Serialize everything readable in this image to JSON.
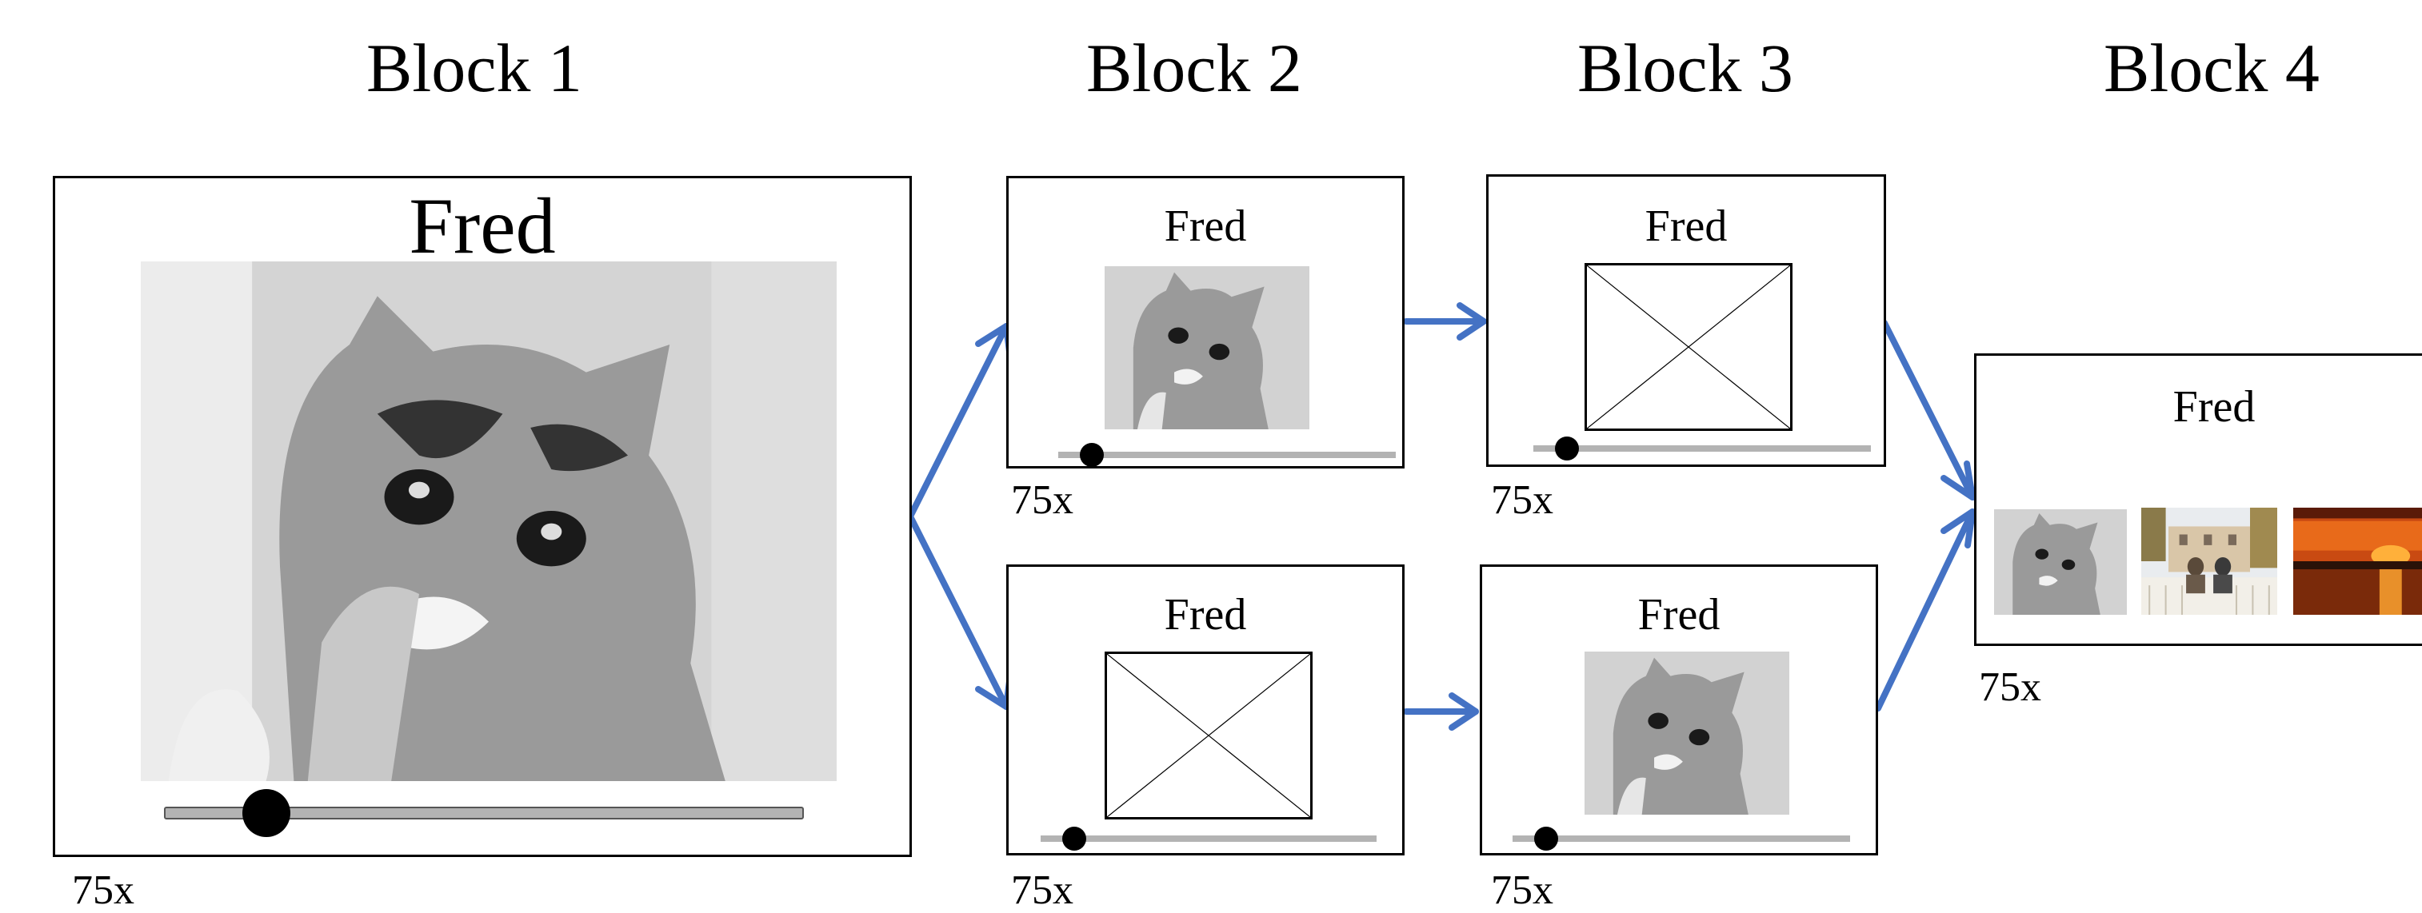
{
  "blocks": [
    {
      "title": "Block 1"
    },
    {
      "title": "Block 2"
    },
    {
      "title": "Block 3"
    },
    {
      "title": "Block 4"
    }
  ],
  "panels": {
    "b1": {
      "name": "Fred",
      "repeat": "75x",
      "media": "kitten-photo",
      "slider_position": 0.16
    },
    "b2_top": {
      "name": "Fred",
      "repeat": "75x",
      "media": "kitten-photo",
      "slider_position": 0.1
    },
    "b2_bottom": {
      "name": "Fred",
      "repeat": "75x",
      "media": "image-placeholder",
      "slider_position": 0.1
    },
    "b3_top": {
      "name": "Fred",
      "repeat": "75x",
      "media": "image-placeholder",
      "slider_position": 0.1
    },
    "b3_bottom": {
      "name": "Fred",
      "repeat": "75x",
      "media": "kitten-photo",
      "slider_position": 0.1
    },
    "b4": {
      "name": "Fred",
      "repeat": "75x",
      "media": [
        "kitten-photo",
        "couple-on-bench-photo",
        "sunset-over-water-photo"
      ]
    }
  },
  "colors": {
    "arrow": "#4472c4",
    "slider_track": "#b3b3b3",
    "slider_thumb": "#000000"
  }
}
